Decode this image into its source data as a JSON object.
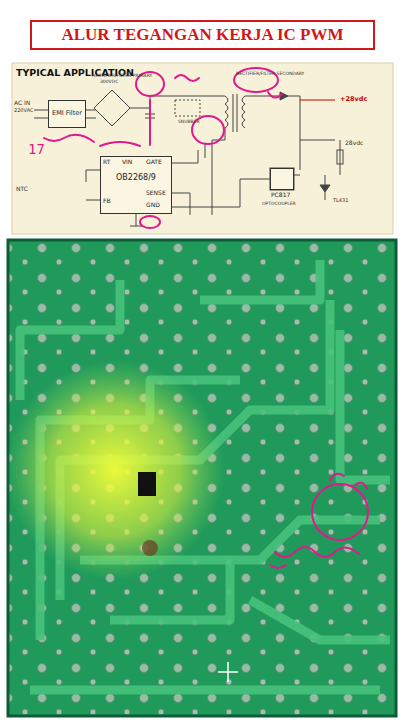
{
  "diagram": {
    "title": "ALUR TEGANGAN KERJA IC PWM",
    "nodes": [
      {
        "text": [
          "EMI Filter"
        ]
      },
      {
        "text": [
          "OB2268/9"
        ]
      },
      {
        "text": [
          "PC817"
        ]
      }
    ],
    "edges": [
      {
        "from": 2,
        "to": 1,
        "arrow": "none"
      }
    ],
    "labels": [
      "TYPICAL APPLICATION",
      "AC IN",
      "220VAC",
      "RECTIFIER/FILTER PRIMARY",
      "300VDC",
      "SNUBBER",
      "RECTIFIER/FILTER SECONDARY",
      "+28vdc",
      "28vdc",
      "RT",
      "VIN",
      "GATE",
      "SENSE",
      "FB",
      "GND",
      "NTC",
      "OPTOCOUPLER",
      "TL431",
      "17"
    ]
  }
}
